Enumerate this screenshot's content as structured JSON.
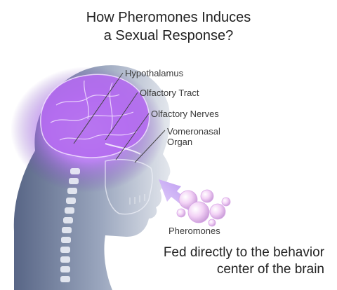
{
  "title": {
    "line1": "How Pheromones Induces",
    "line2": "a Sexual Response?"
  },
  "labels": {
    "hypothalamus": "Hypothalamus",
    "olfactory_tract": "Olfactory Tract",
    "olfactory_nerves": "Olfactory Nerves",
    "vomeronasal_line1": "Vomeronasal",
    "vomeronasal_line2": "Organ",
    "pheromones": "Pheromones"
  },
  "caption": {
    "line1": "Fed directly to the behavior",
    "line2": "center of the brain"
  },
  "colors": {
    "head_base": "#6f7f9c",
    "brain_glow": "#c47cff",
    "arrow": "#c9a6f5",
    "bubble": "#e4b8ee"
  }
}
